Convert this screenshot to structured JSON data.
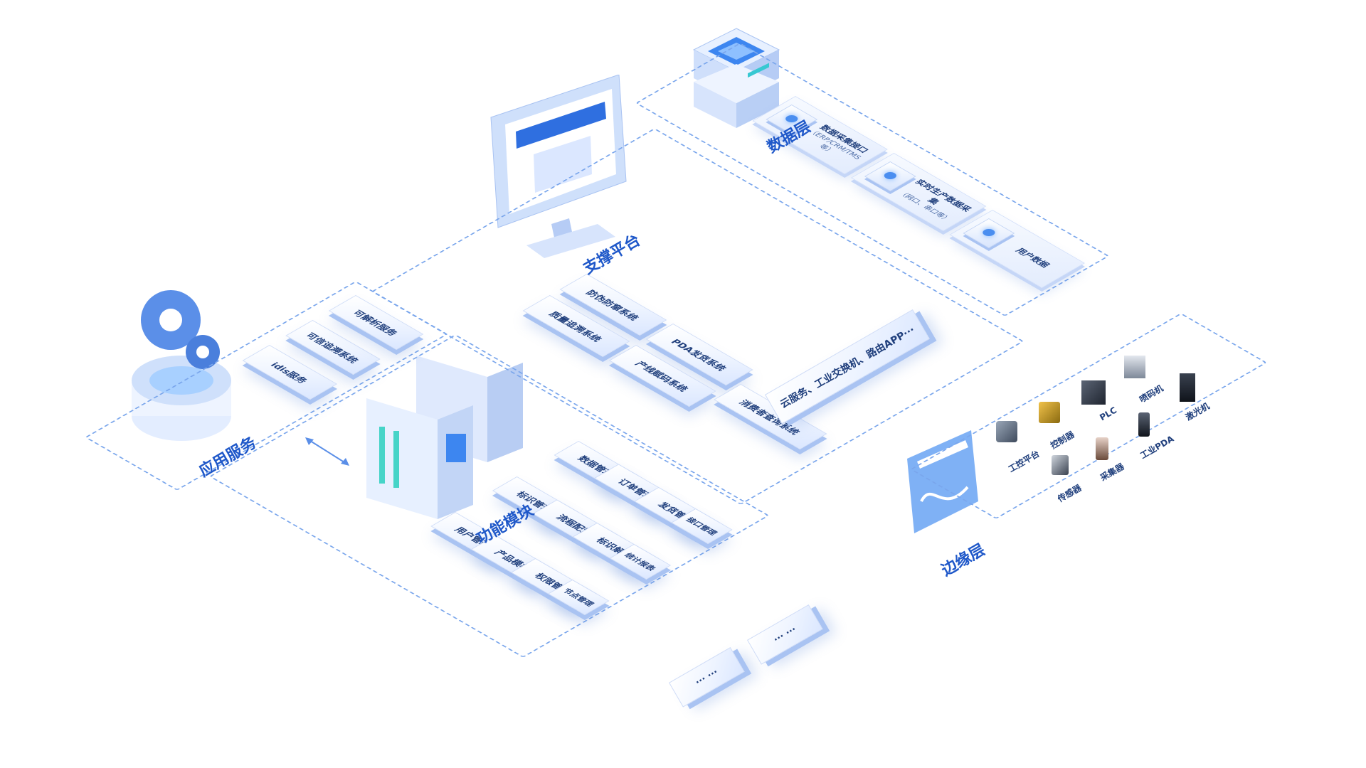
{
  "layers": {
    "data": {
      "title": "数据层",
      "items": [
        {
          "label": "数据采集接口",
          "sub": "（ERP/CRM/TMS等）"
        },
        {
          "label": "实时生产数据采集",
          "sub": "（网口、串口等）"
        },
        {
          "label": "用户数据",
          "sub": ""
        }
      ]
    },
    "support": {
      "title": "支撑平台",
      "items": [
        "防伪防窜系统",
        "质量追溯系统",
        "PDA发货系统",
        "产线赋码系统",
        "消费者查询系统"
      ],
      "wide": "云服务、工业交换机、路由APP···"
    },
    "app": {
      "title": "应用服务",
      "items": [
        "可信追溯系统",
        "可解析服务",
        "idis服务"
      ]
    },
    "func": {
      "title": "功能模块",
      "rows": [
        [
          "用户管理",
          "标识管理",
          "数据管理"
        ],
        [
          "产品模板",
          "流程配置",
          "订单管理"
        ],
        [
          "权限管理",
          "标识解析",
          "发货管理"
        ],
        [
          "节点管理",
          "统计报表",
          "接口管理"
        ],
        [
          "··· ···",
          "··· ···"
        ]
      ]
    },
    "edge": {
      "title": "边缘层",
      "devices": [
        {
          "label": "工控平台",
          "icon": "industrial-pc-icon"
        },
        {
          "label": "控制器",
          "icon": "controller-icon"
        },
        {
          "label": "PLC",
          "icon": "plc-icon"
        },
        {
          "label": "喷码机",
          "icon": "inkjet-printer-icon"
        },
        {
          "label": "传感器",
          "icon": "sensor-icon"
        },
        {
          "label": "采集器",
          "icon": "collector-icon"
        },
        {
          "label": "工业PDA",
          "icon": "industrial-pda-icon"
        },
        {
          "label": "激光机",
          "icon": "laser-machine-icon"
        }
      ]
    }
  },
  "colors": {
    "accent": "#1f58c9",
    "dashed": "#7aa6ec",
    "block_text": "#21407d"
  }
}
